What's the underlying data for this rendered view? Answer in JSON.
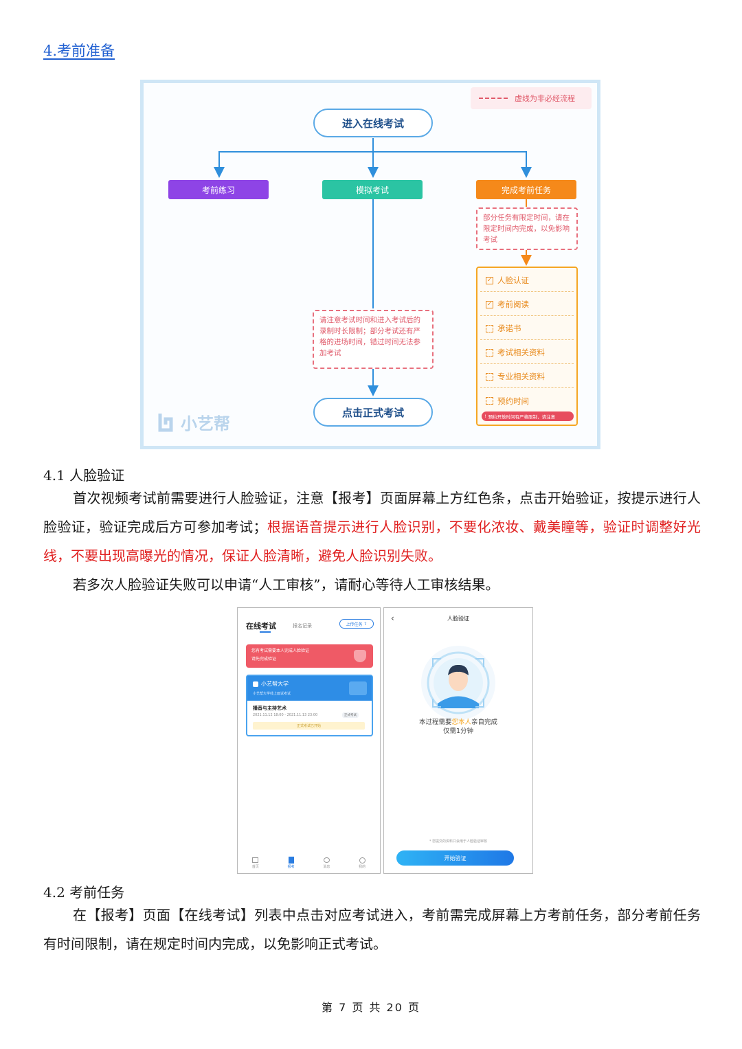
{
  "section_heading": "4.考前准备",
  "flowchart": {
    "legend_label": "虚线为非必经流程",
    "start_node": "进入在线考试",
    "branches": [
      "考前练习",
      "模拟考试",
      "完成考前任务"
    ],
    "colors": {
      "practice": "#8e44e6",
      "mock": "#2bc4a3",
      "task": "#f5891a"
    },
    "task_note": "部分任务有限定时间，请在限定时间内完成，以免影响考试",
    "mock_note": "请注意考试时间和进入考试后的录制时长限制；部分考试还有严格的进场时间，错过时间无法参加考试",
    "tasks": [
      "人脸认证",
      "考前阅读",
      "承诺书",
      "考试相关资料",
      "专业相关资料",
      "预约时间"
    ],
    "tasks_checked": [
      true,
      true,
      false,
      false,
      false,
      false
    ],
    "task_warning": "预约开放时间有严格限制，请注意",
    "end_node": "点击正式考试",
    "watermark": "小艺帮"
  },
  "s41": {
    "heading": "4.1 人脸验证",
    "para1_normal": "首次视频考试前需要进行人脸验证，注意【报考】页面屏幕上方红色条，点击开始验证，按提示进行人脸验证，验证完成后方可参加考试；",
    "para1_red": "根据语音提示进行人脸识别，不要化浓妆、戴美瞳等，验证时调整好光线，不要出现高曝光的情况，保证人脸清晰，避免人脸识别失败。",
    "para2": "若多次人脸验证失败可以申请“人工审核”，请耐心等待人工审核结果。"
  },
  "phone1": {
    "tab_active": "在线考试",
    "tab_inactive": "报名记录",
    "upload_button": "上传任务",
    "banner_line1": "您有考试需要本人完成人脸验证",
    "banner_line2": "请先完成验证",
    "school_name": "小艺帮大学",
    "school_sub": "小艺帮大学线上面试考试",
    "exam_name": "播音与主持艺术",
    "exam_time": "2021.11.12 18:00 - 2021.11.13 23:00",
    "exam_badge": "正式考试",
    "exam_status": "正式考试已开始",
    "nav": [
      "首页",
      "报考",
      "消息",
      "我的"
    ]
  },
  "phone2": {
    "title": "人脸验证",
    "desc_a": "本过程需要",
    "desc_highlight": "您本人",
    "desc_b": "亲自完成",
    "desc_line2": "仅需1分钟",
    "footnote": "* 您提交的资料只会用于人脸验证审核",
    "button": "开始验证"
  },
  "s42": {
    "heading": "4.2 考前任务",
    "para": "在【报考】页面【在线考试】列表中点击对应考试进入，考前需完成屏幕上方考前任务，部分考前任务有时间限制，请在规定时间内完成，以免影响正式考试。"
  },
  "footer": "第 7 页 共 20 页"
}
